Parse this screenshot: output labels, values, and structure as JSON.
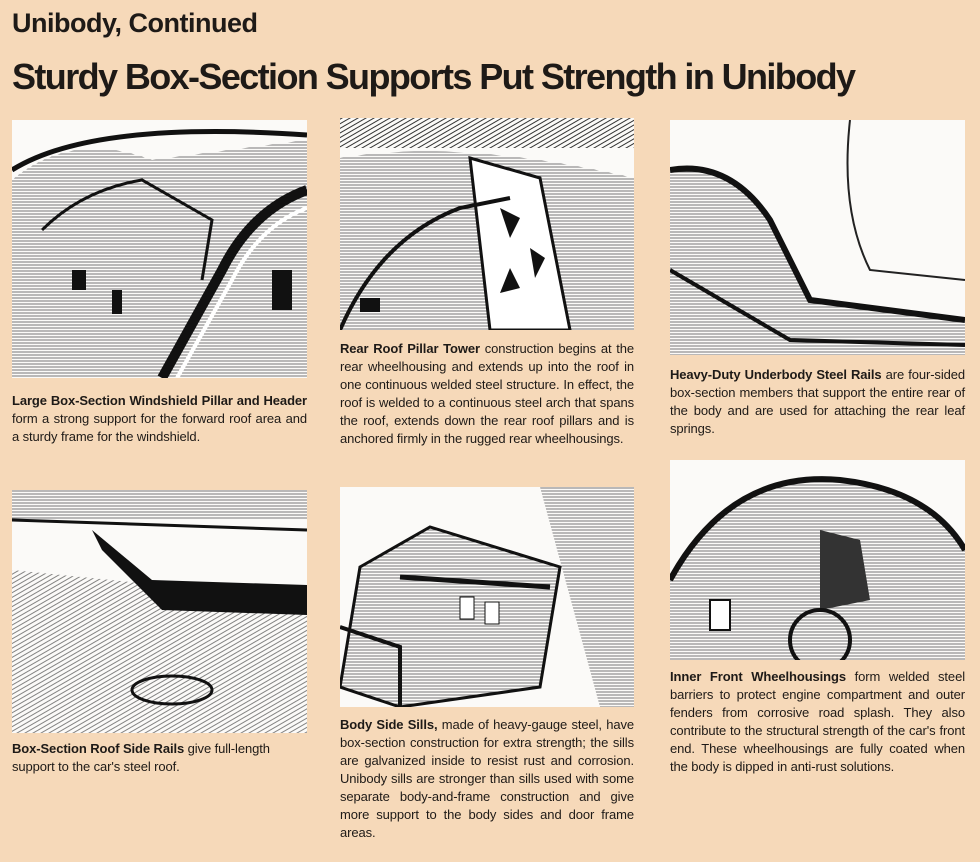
{
  "header": {
    "kicker": "Unibody, Continued",
    "title": "Sturdy Box-Section Supports Put Strength in Unibody"
  },
  "sections": [
    {
      "heading": "Large Box-Section Windshield Pillar and Header",
      "body": " form a strong support for the forward roof area and a sturdy frame for the windshield.",
      "illustration": "windshield pillar and header"
    },
    {
      "heading": "Rear Roof Pillar Tower",
      "body": " construction begins at the rear wheelhousing and extends up into the roof in one continuous welded steel structure. In effect, the roof is welded to a continuous steel arch that spans the roof, extends down the rear roof pillars and is anchored firmly in the rugged rear wheelhousings.",
      "illustration": "rear roof pillar tower"
    },
    {
      "heading": "Heavy-Duty Underbody Steel Rails",
      "body": " are four-sided box-section members that support the entire rear of the body and are used for attaching the rear leaf springs.",
      "illustration": "underbody steel rails"
    },
    {
      "heading": "Box-Section Roof Side Rails",
      "body": " give full-length support to the car's steel roof.",
      "illustration": "roof side rails"
    },
    {
      "heading": "Body Side Sills,",
      "body": " made of heavy-gauge steel, have box-section construction for extra strength; the sills are galvanized inside to resist rust and corrosion. Unibody sills are stronger than sills used with some separate body-and-frame construction and give more support to the body sides and door frame areas.",
      "illustration": "body side sills"
    },
    {
      "heading": "Inner Front Wheelhousings",
      "body": " form welded steel barriers to protect engine compartment and outer fenders from corrosive road splash. They also contribute to the structural strength of the car's front end. These wheelhousings are fully coated when the body is dipped in anti-rust solutions.",
      "illustration": "inner front wheelhousings"
    }
  ]
}
